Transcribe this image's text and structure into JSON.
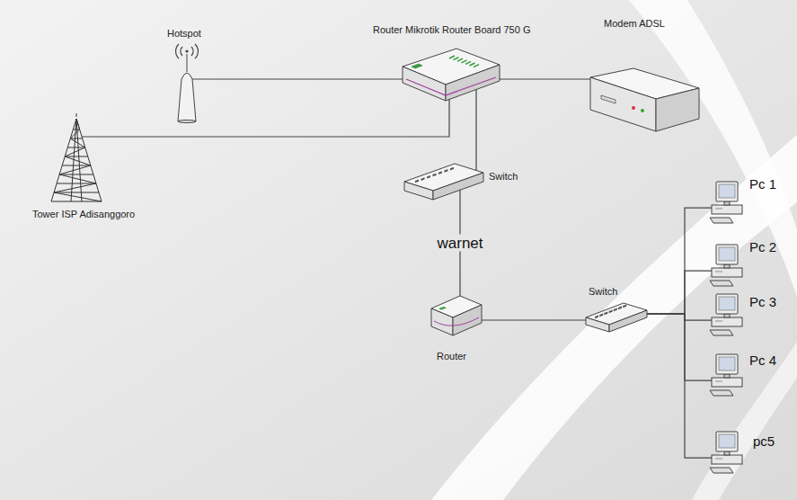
{
  "diagram": {
    "nodes": [
      {
        "text": [
          "Hotspot"
        ]
      },
      {
        "text": [
          "Router Mikrotik Router Board 750 G"
        ]
      },
      {
        "text": [
          "Modem ADSL"
        ]
      },
      {
        "text": [
          "Tower ISP Adisanggoro"
        ]
      },
      {
        "text": [
          "Switch"
        ]
      },
      {
        "text": [
          "Router"
        ]
      },
      {
        "text": [
          "Switch"
        ]
      },
      {
        "text": [
          "Pc 1"
        ]
      },
      {
        "text": [
          "Pc 2"
        ]
      },
      {
        "text": [
          "Pc 3"
        ]
      },
      {
        "text": [
          "Pc 4"
        ]
      },
      {
        "text": [
          "pc5"
        ]
      }
    ],
    "edges": [
      {
        "from": 0,
        "to": 1,
        "arrow": "none"
      },
      {
        "from": 3,
        "to": 1,
        "arrow": "none"
      },
      {
        "from": 1,
        "to": 2,
        "arrow": "none"
      },
      {
        "from": 1,
        "to": 4,
        "arrow": "none"
      },
      {
        "from": 4,
        "to": 5,
        "label": "warnet",
        "arrow": "none"
      },
      {
        "from": 5,
        "to": 6,
        "arrow": "none"
      },
      {
        "from": 6,
        "to": 7,
        "arrow": "none"
      },
      {
        "from": 6,
        "to": 8,
        "arrow": "none"
      },
      {
        "from": 6,
        "to": 9,
        "arrow": "none"
      },
      {
        "from": 6,
        "to": 10,
        "arrow": "none"
      },
      {
        "from": 6,
        "to": 11,
        "arrow": "none"
      }
    ]
  }
}
